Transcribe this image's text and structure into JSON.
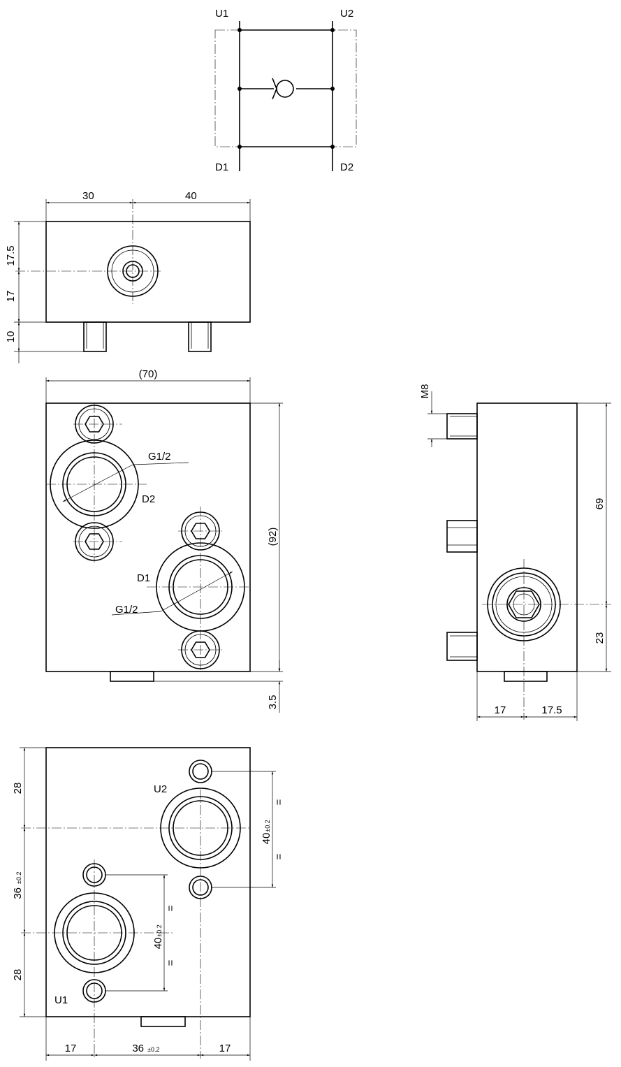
{
  "schematic": {
    "ports": {
      "u1": "U1",
      "u2": "U2",
      "d1": "D1",
      "d2": "D2"
    }
  },
  "top_view": {
    "dims": {
      "a": "30",
      "b": "40",
      "h1": "17.5",
      "h2": "17",
      "h3": "10"
    }
  },
  "front_view": {
    "dims": {
      "width": "(70)",
      "height": "(92)",
      "offset": "3.5"
    },
    "labels": {
      "thread1": "G1/2",
      "port_d2": "D2",
      "port_d1": "D1",
      "thread2": "G1/2"
    }
  },
  "side_view": {
    "dims": {
      "thread": "M8",
      "h1": "69",
      "h2": "23",
      "w1": "17",
      "w2": "17.5"
    }
  },
  "bottom_view": {
    "labels": {
      "port_u2": "U2",
      "port_u1": "U1"
    },
    "dims": {
      "l1": "28",
      "l2": "36",
      "l2_tol": "±0.2",
      "l3": "28",
      "r": "40",
      "r_tol": "±0.2",
      "m": "40",
      "m_tol": "±0.2",
      "eq": "=",
      "b1": "17",
      "b2": "36",
      "b2_tol": "±0.2",
      "b3": "17"
    }
  }
}
